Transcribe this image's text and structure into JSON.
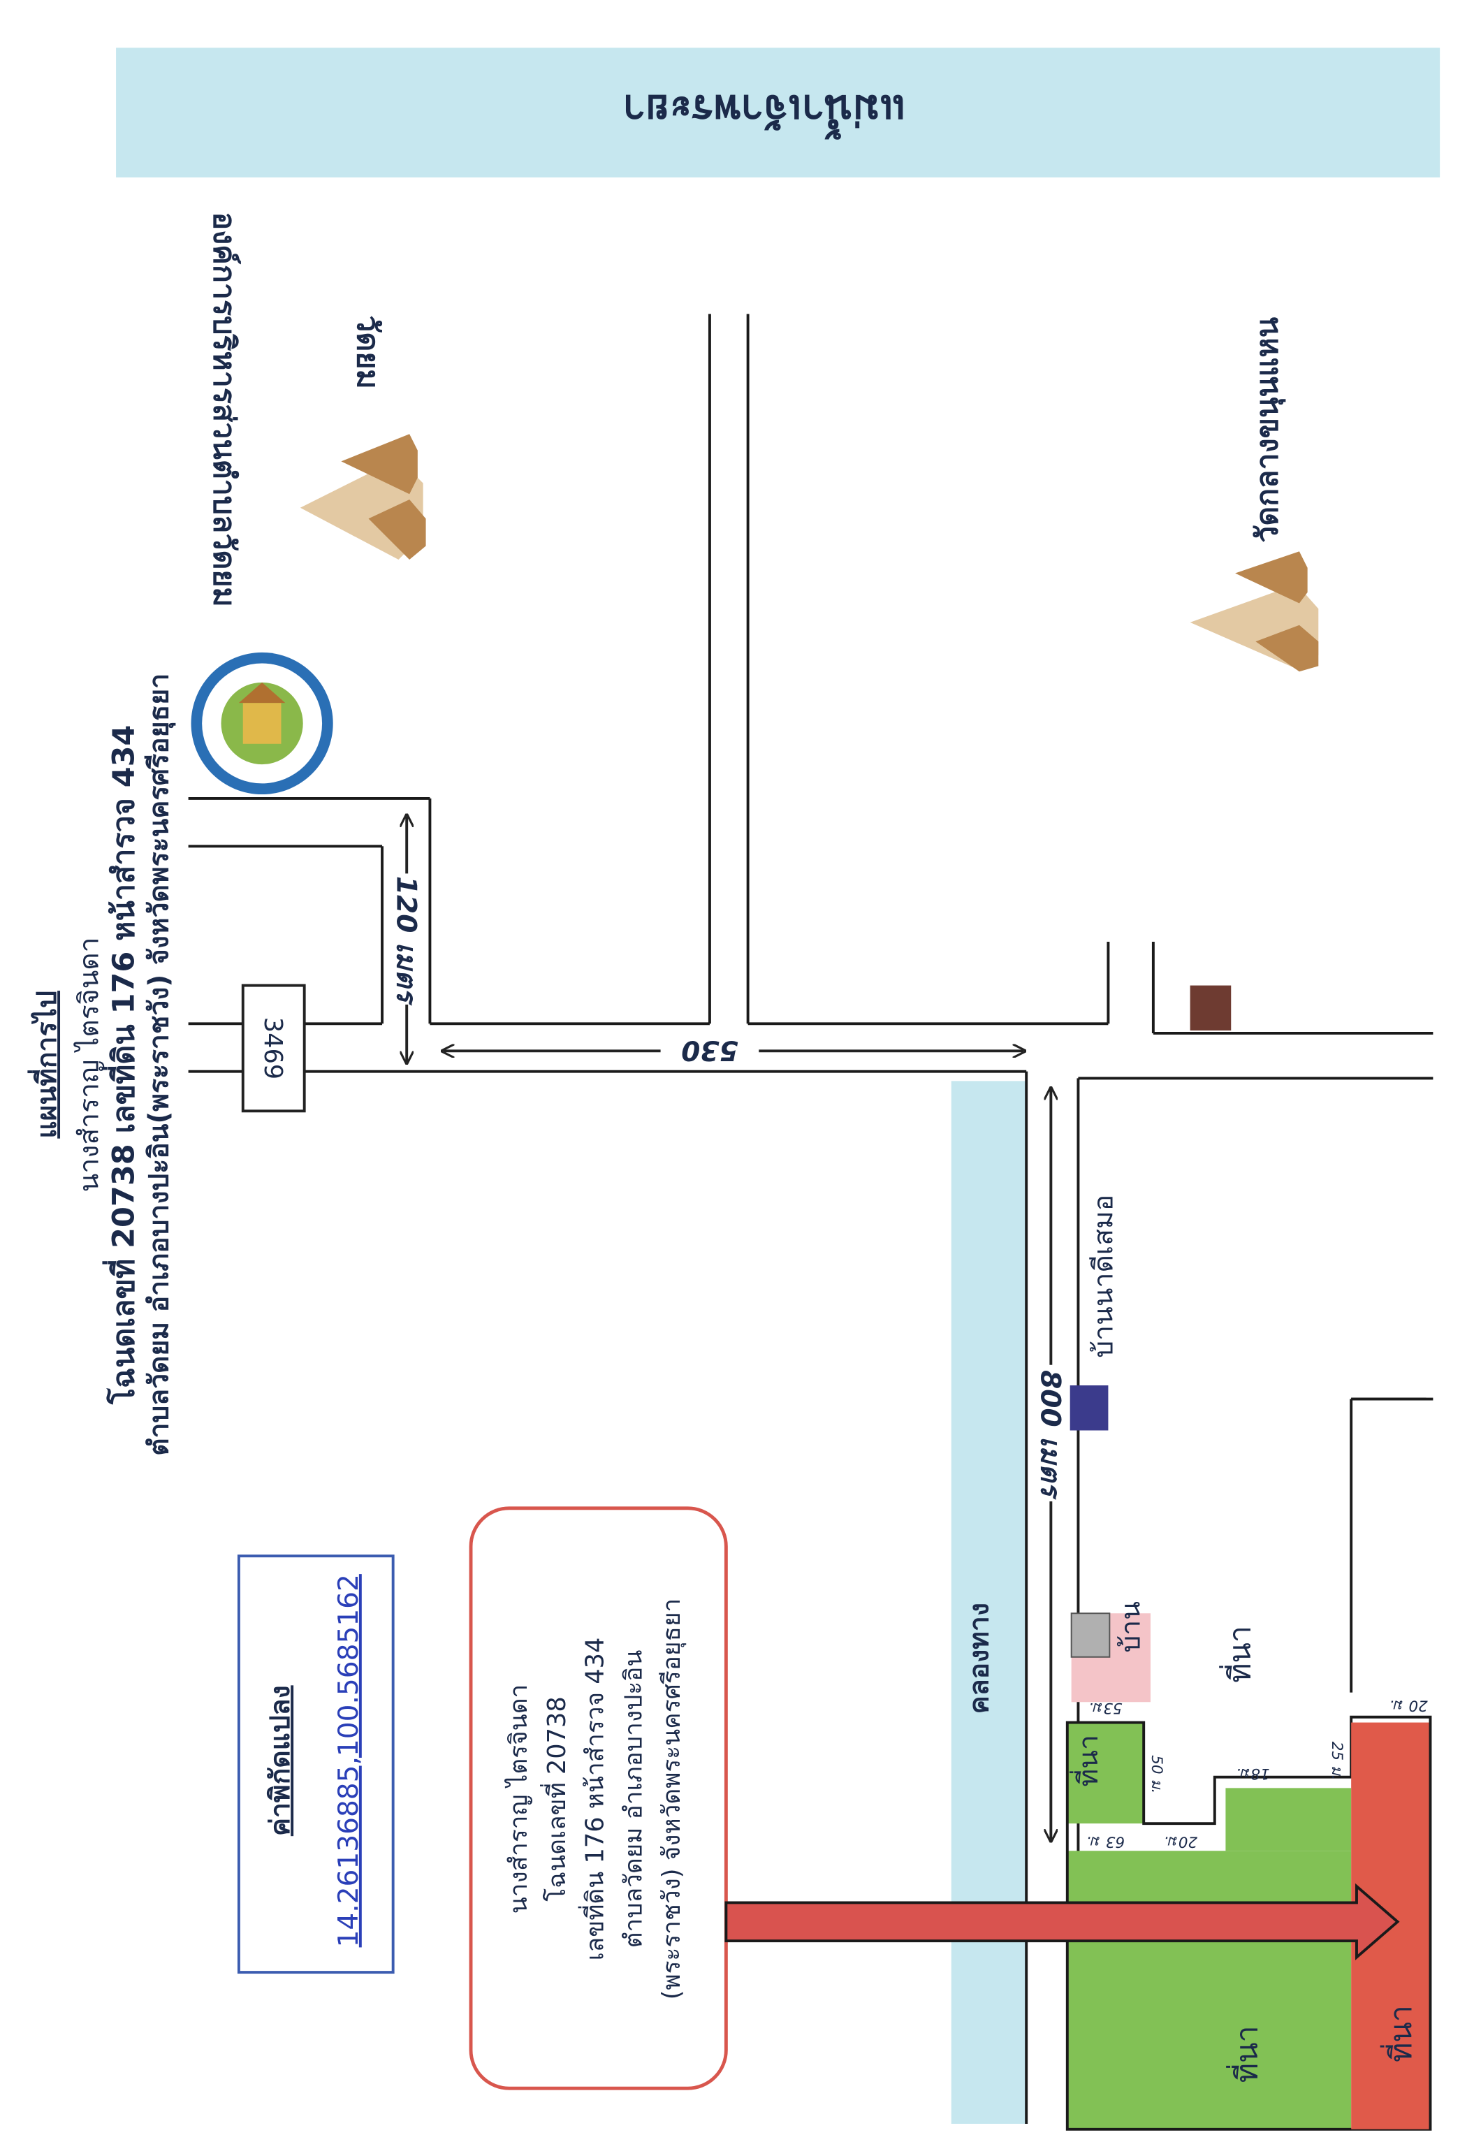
{
  "title": {
    "heading": "แผนที่การไป",
    "owner": "นางสำราญ  ไตรจินดา",
    "deed_line": "โฉนดเลขที่ 20738 เลขที่ดิน 176 หน้าสำรวจ 434",
    "location_line": "ตำบลวัดยม อำเภอบางปะอิน(พระราชวัง) จังหวัดพระนครศรีอยุธยา"
  },
  "coordinates": {
    "label": "ค่าพิกัดแปลง",
    "value": "14.26136885,100.5685162"
  },
  "callout": {
    "line1": "นางสำราญ  ไตรจินดา",
    "line2": "โฉนดเลขที่ 20738",
    "line3": "เลขที่ดิน 176 หน้าสำรวจ 434",
    "line4": "ตำบลวัดยม อำเภอบางปะอิน",
    "line5": "(พระราชวัง) จังหวัดพระนครศรีอยุธยา"
  },
  "labels": {
    "river": "แม่น้ำเจ้าพระยา",
    "canal": "คลองทาง",
    "road_number": "3469",
    "tao_office": "องค์การบริหารส่วนตำบลวัดยม",
    "temple_wat_yom": "วัดยม",
    "temple_wat_klang": "วัดกลางขนุนแหน",
    "village": "บ้านนาดีเสมอ",
    "house": "บ้าน",
    "paddy": "ที่นา"
  },
  "distances": {
    "d120": "120 เมตร",
    "d530": "530",
    "d800": "800 เมตร",
    "m53": "53ม.",
    "m63": "63 ม.",
    "m50": "50 ม.",
    "m20a": "20ม.",
    "m18": "18ม.",
    "m25": "25 ม.",
    "m20b": "20 ม."
  },
  "colors": {
    "river": "#c6e7ef",
    "paddy": "#82c155",
    "target_plot": "#e05a4a",
    "arrow": "#d9534f",
    "house": "#f4c4c8",
    "temple_light": "#e3c9a3",
    "temple_dark": "#b9864e",
    "village_marker": "#3b3b8c",
    "marker_brown": "#6e3b31"
  }
}
